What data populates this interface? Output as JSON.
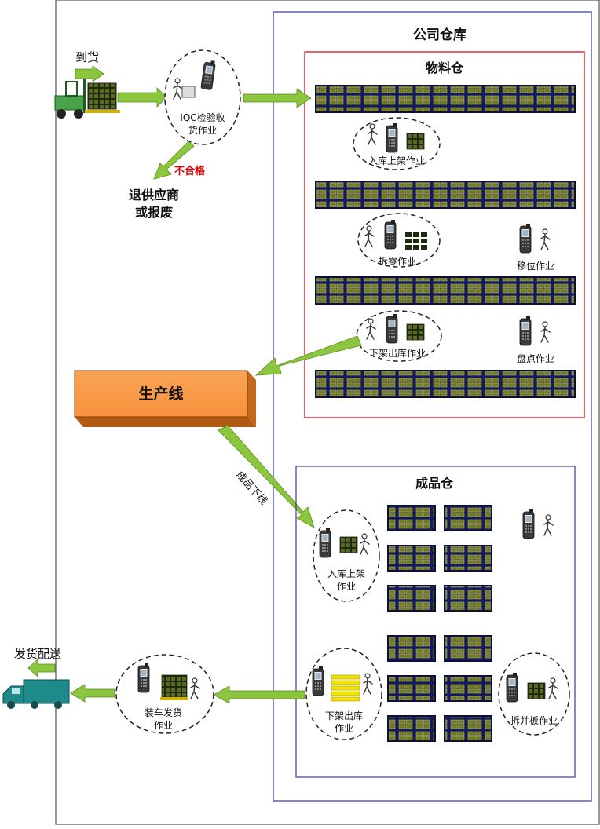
{
  "company_warehouse": {
    "title": "公司仓库"
  },
  "material_warehouse": {
    "title": "物料仓",
    "ops": {
      "inbound_shelving": "入库上架作业",
      "unpacking": "拆零作业",
      "relocation": "移位作业",
      "picking_outbound": "下架出库作业",
      "inventory_count": "盘点作业"
    }
  },
  "arrival": {
    "label": "到货"
  },
  "iqc": {
    "line1": "IQC检验收",
    "line2": "货作业"
  },
  "reject": {
    "label": "不合格",
    "return_line1": "退供应商",
    "return_line2": "或报废"
  },
  "production_line": {
    "label": "生产线"
  },
  "finished_offline": {
    "label": "成品下线"
  },
  "finished_warehouse": {
    "title": "成品仓",
    "ops": {
      "inbound_line1": "入库上架",
      "inbound_line2": "作业",
      "outbound_line1": "下架出库",
      "outbound_line2": "作业",
      "split_merge": "拆并板作业"
    }
  },
  "loading": {
    "line1": "装车发货",
    "line2": "作业"
  },
  "dispatch": {
    "label": "发货配送"
  },
  "colors": {
    "arrow_green": "#8cc63f",
    "reject_red": "#e60000",
    "company_border": "#5b5bbf",
    "material_border": "#e0303a",
    "production_orange": "#f7923a",
    "rack_navy": "#1a1f6e",
    "rack_cell": "#6f7a2a",
    "truck_teal": "#1f8a8a"
  },
  "icons": [
    "forklift-icon",
    "handheld-scanner-icon",
    "worker-icon",
    "pallet-icon",
    "truck-icon",
    "rack-icon"
  ]
}
